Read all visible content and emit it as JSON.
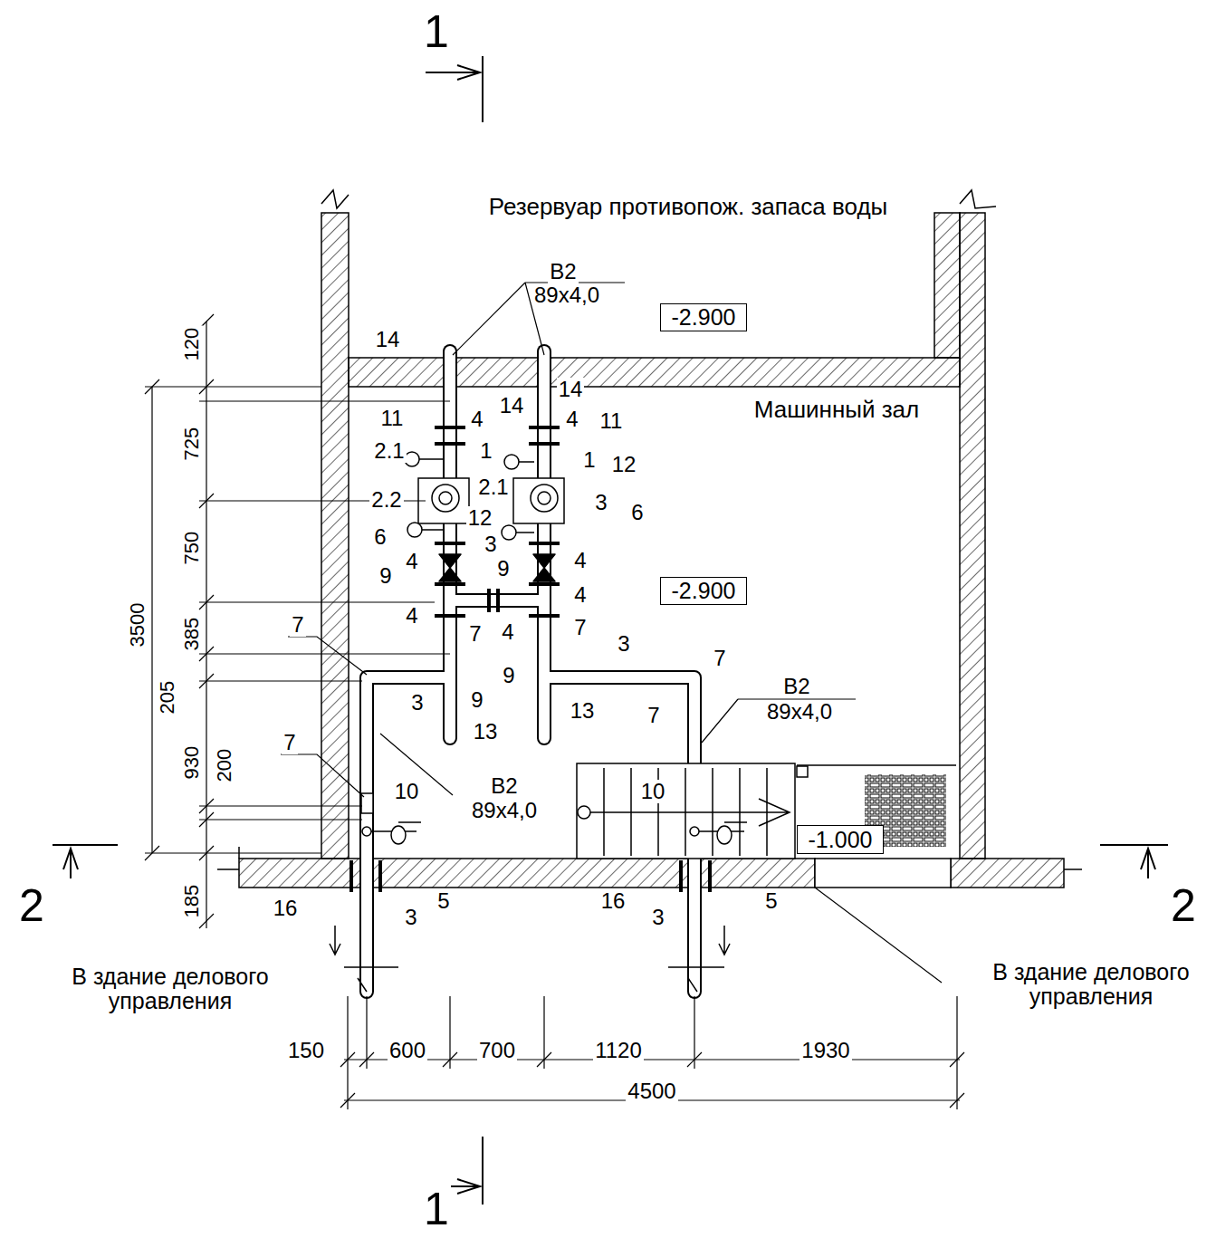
{
  "diagram": {
    "nodes": [
      {
        "text": [
          "-2.900"
        ]
      },
      {
        "text": [
          "-2.900"
        ]
      },
      {
        "text": [
          "-1.000"
        ]
      }
    ],
    "labels": [
      "1",
      "2",
      "2",
      "1",
      "Резервуар противопож. запаса воды",
      "Машинный зал",
      "В2",
      "89х4,0",
      "В2",
      "89х4,0",
      "В2",
      "89х4,0",
      "120",
      "725",
      "3500",
      "750",
      "385",
      "205",
      "930",
      "200",
      "185",
      "150",
      "600",
      "700",
      "1120",
      "1930",
      "4500",
      "В здание делового управления",
      "В здание делового управления",
      "14",
      "14",
      "14",
      "4",
      "4",
      "11",
      "11",
      "1",
      "1",
      "2.1",
      "2.1",
      "12",
      "12",
      "2.2",
      "3",
      "3",
      "6",
      "6",
      "4",
      "4",
      "9",
      "9",
      "4",
      "4",
      "4",
      "7",
      "7",
      "7",
      "3",
      "7",
      "9",
      "3",
      "9",
      "13",
      "13",
      "7",
      "7",
      "10",
      "10",
      "5",
      "16",
      "3",
      "16",
      "3",
      "5"
    ]
  }
}
